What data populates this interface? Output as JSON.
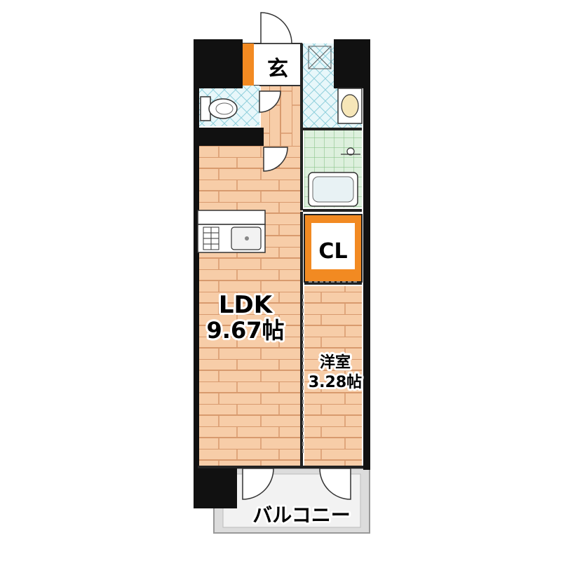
{
  "rooms": {
    "genkan": {
      "label": "玄"
    },
    "closet": {
      "label": "CL"
    },
    "ldk": {
      "label": "LDK",
      "size": "9.67帖"
    },
    "western": {
      "label": "洋室",
      "size": "3.28帖"
    },
    "balcony": {
      "label": "バルコニー"
    }
  },
  "colors": {
    "wall": "#111111",
    "floor_wood": "#f7cda8",
    "floor_line": "#d89a6e",
    "tile_blue": "#bfe6ee",
    "tile_green": "#cfe8cf",
    "closet_orange": "#f28a22",
    "balcony_gray": "#dcdcdc"
  },
  "icons": [
    "toilet-icon",
    "washbasin-icon",
    "bathtub-icon",
    "shower-icon",
    "kitchen-sink-icon",
    "stove-icon",
    "washer-pan-icon"
  ]
}
